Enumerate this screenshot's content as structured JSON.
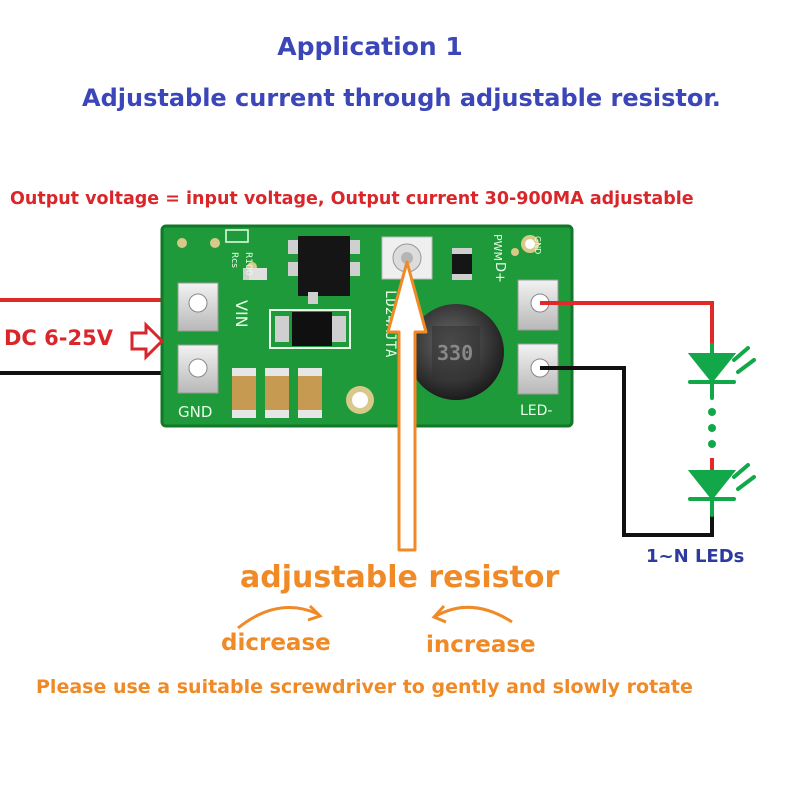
{
  "titles": {
    "application": "Application 1",
    "subtitle": "Adjustable current through adjustable resistor."
  },
  "output_info": "Output voltage = input voltage, Output current 30-900MA adjustable",
  "input": {
    "label": "DC 6-25V"
  },
  "board": {
    "vin": "VIN",
    "gnd": "GND",
    "pwm": "PWM",
    "gnd_small": "GND",
    "dplus": "D+",
    "led_minus": "LED-",
    "chip_marking": "LD24AJTA",
    "resistor_code": "R100",
    "rcs": "Rcs",
    "inductor_code": "330"
  },
  "leds": {
    "count_label": "1~N LEDs"
  },
  "potentiometer": {
    "label": "adjustable resistor",
    "decrease": "dicrease",
    "increase": "increase"
  },
  "note": "Please use a suitable screwdriver to gently and slowly rotate",
  "colors": {
    "pcb": "#1f9a3a",
    "pcb_dark": "#17802d",
    "title": "#3b46b8",
    "red_text": "#d9262a",
    "orange": "#f08a26",
    "wire_positive": "#e02a2a",
    "wire_ground": "#111111",
    "led": "#12a84a"
  }
}
